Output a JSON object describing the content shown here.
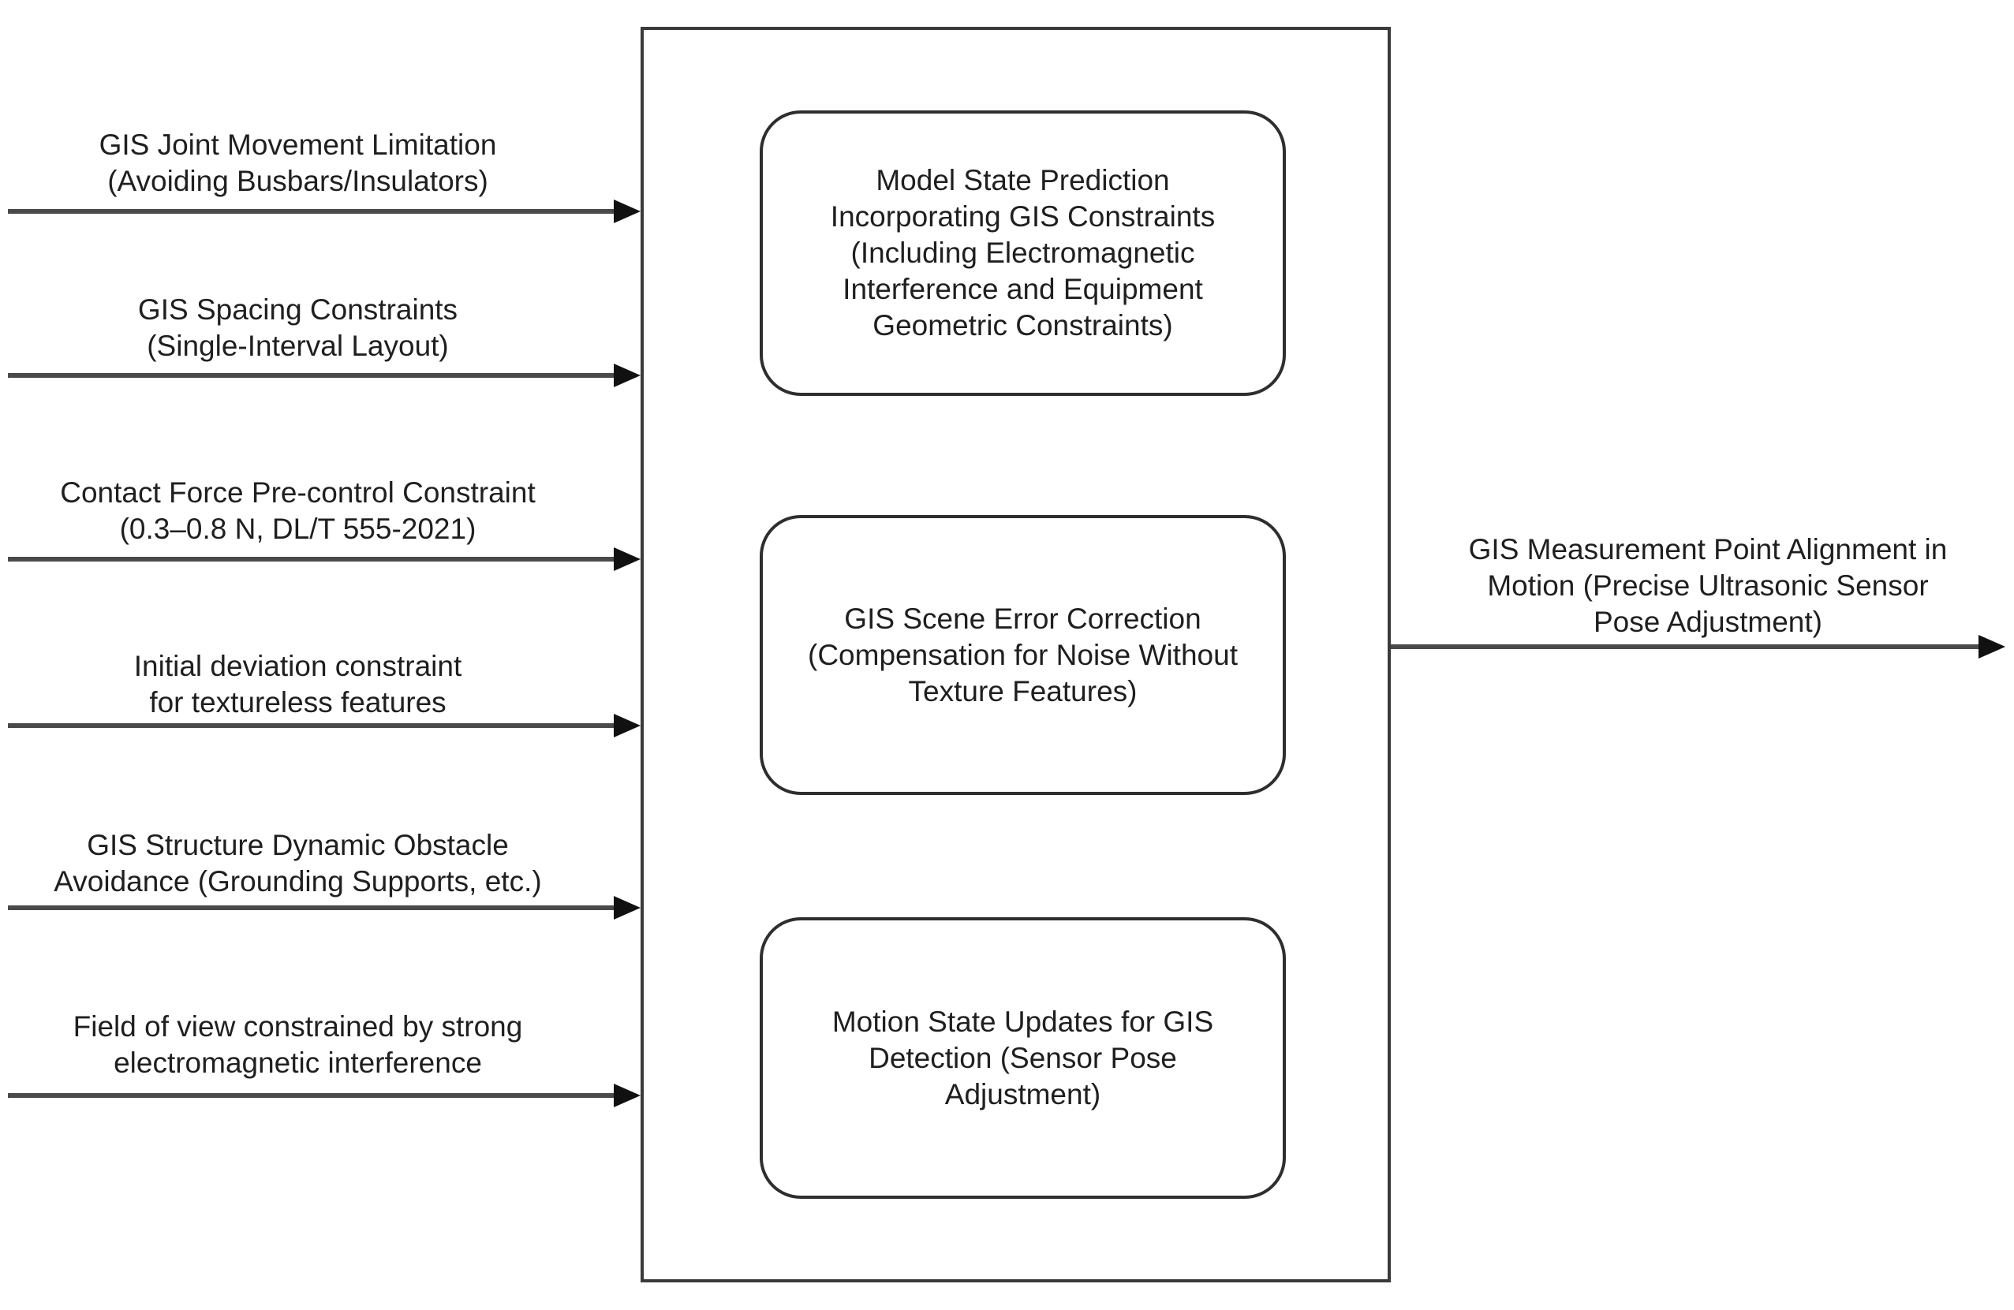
{
  "diagram": {
    "inputs": [
      {
        "label": "GIS Joint Movement Limitation\n(Avoiding Busbars/Insulators)"
      },
      {
        "label": "GIS Spacing Constraints\n(Single-Interval Layout)"
      },
      {
        "label": "Contact Force Pre-control Constraint\n(0.3–0.8 N, DL/T 555-2021)"
      },
      {
        "label": "Initial deviation constraint\nfor textureless features"
      },
      {
        "label": "GIS Structure Dynamic Obstacle\nAvoidance (Grounding Supports, etc.)"
      },
      {
        "label": "Field of view constrained by strong\nelectromagnetic interference"
      }
    ],
    "processes": [
      {
        "label": "Model State Prediction\nIncorporating GIS Constraints\n(Including Electromagnetic\nInterference and Equipment\nGeometric Constraints)"
      },
      {
        "label": "GIS Scene Error Correction\n(Compensation for Noise Without\nTexture Features)"
      },
      {
        "label": "Motion State Updates for GIS\nDetection (Sensor Pose\nAdjustment)"
      }
    ],
    "output": {
      "label": "GIS Measurement Point Alignment in\nMotion (Precise Ultrasonic Sensor\nPose Adjustment)"
    },
    "colors": {
      "text": "#1f1f1f",
      "arrow_line": "#4a4a4a",
      "arrow_head": "#111111",
      "box_border": "#2e2e2e",
      "container_border": "#3a3a3a",
      "background": "#ffffff"
    }
  }
}
